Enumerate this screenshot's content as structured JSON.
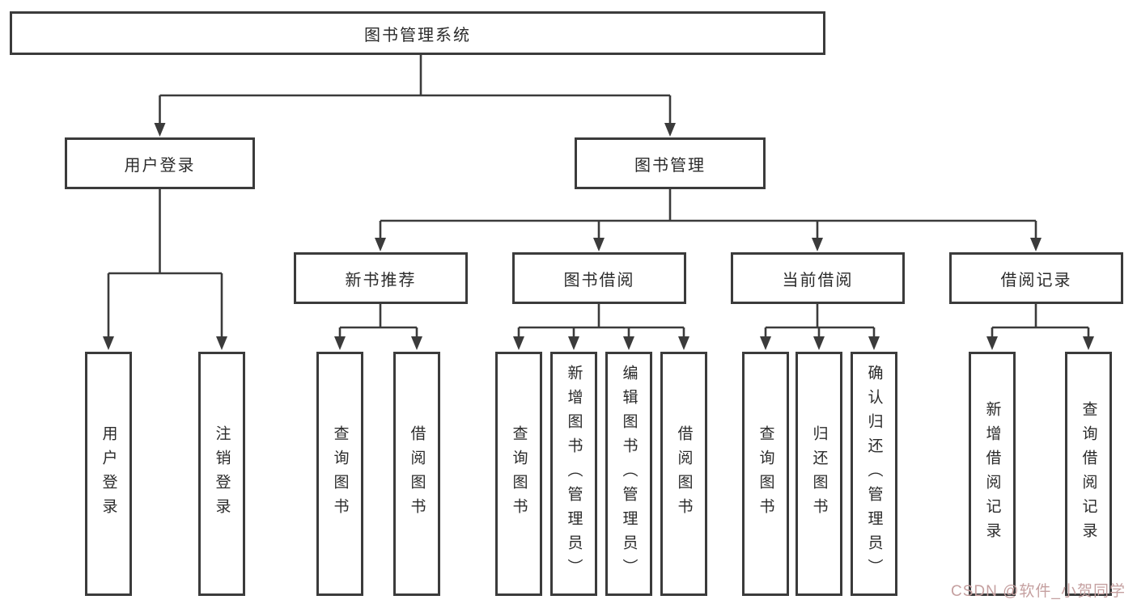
{
  "diagram": {
    "root": {
      "label": "图书管理系统"
    },
    "level2": [
      {
        "label": "用户登录"
      },
      {
        "label": "图书管理"
      }
    ],
    "level3": [
      {
        "label": "新书推荐"
      },
      {
        "label": "图书借阅"
      },
      {
        "label": "当前借阅"
      },
      {
        "label": "借阅记录"
      }
    ],
    "leaves": {
      "login": [
        "用户登录",
        "注销登录"
      ],
      "recommend": [
        "查询图书",
        "借阅图书"
      ],
      "borrow": [
        "查询图书",
        "新增图书（管理员）",
        "编辑图书（管理员）",
        "借阅图书"
      ],
      "current": [
        "查询图书",
        "归还图书",
        "确认归还（管理员）"
      ],
      "records": [
        "新增借阅记录",
        "查询借阅记录"
      ]
    }
  },
  "watermark": {
    "text": "CSDN @软件_小贺同学",
    "color": "#c5a0a0"
  },
  "colors": {
    "line": "#3b3b3b",
    "box_border": "#3b3b3b",
    "box_background": "#ffffff",
    "text": "#2b2b2b"
  }
}
